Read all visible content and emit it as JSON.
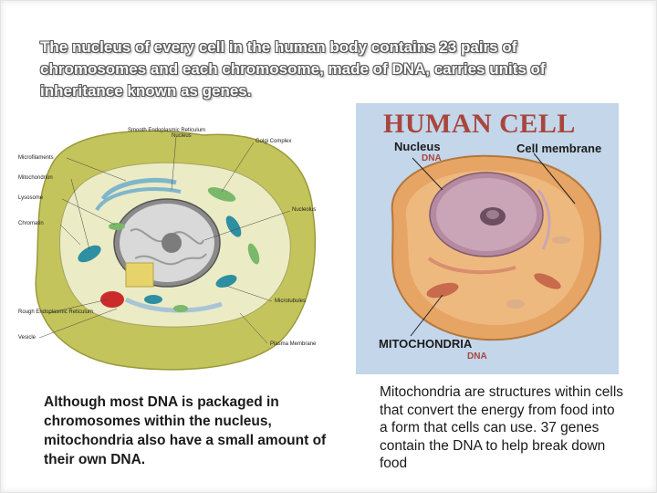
{
  "headline": "The nucleus of every cell in the human body contains 23 pairs of chromosomes and each chromosome, made of DNA, carries units of inheritance known as genes.",
  "left_diagram": {
    "labels": {
      "smooth_er": "Smooth Endoplasmic Reticulum",
      "microfilaments": "Microfilaments",
      "nucleus": "Nucleus",
      "golgi": "Golgi Complex",
      "mitochondrion": "Mitochondrion",
      "lysosome": "Lysosome",
      "nucleolus": "Nucleolus",
      "chromatin": "Chromatin",
      "rough_er": "Rough Endoplasmic Reticulum",
      "vesicle": "Vesicle",
      "microtubules": "Microtubules",
      "plasma_membrane": "Plasma Membrane"
    }
  },
  "right_diagram": {
    "title": "HUMAN CELL",
    "nucleus_label": "Nucleus",
    "nucleus_sub": "DNA",
    "membrane_label": "Cell membrane",
    "mito_label": "MITOCHONDRIA",
    "mito_sub": "DNA"
  },
  "caption_left": "Although most DNA is packaged in chromosomes within the nucleus, mitochondria also have a small amount of their own DNA.",
  "caption_right": "Mitochondria are structures within cells that convert the energy from food into a form that cells can use. 37 genes contain the DNA to help break down food"
}
